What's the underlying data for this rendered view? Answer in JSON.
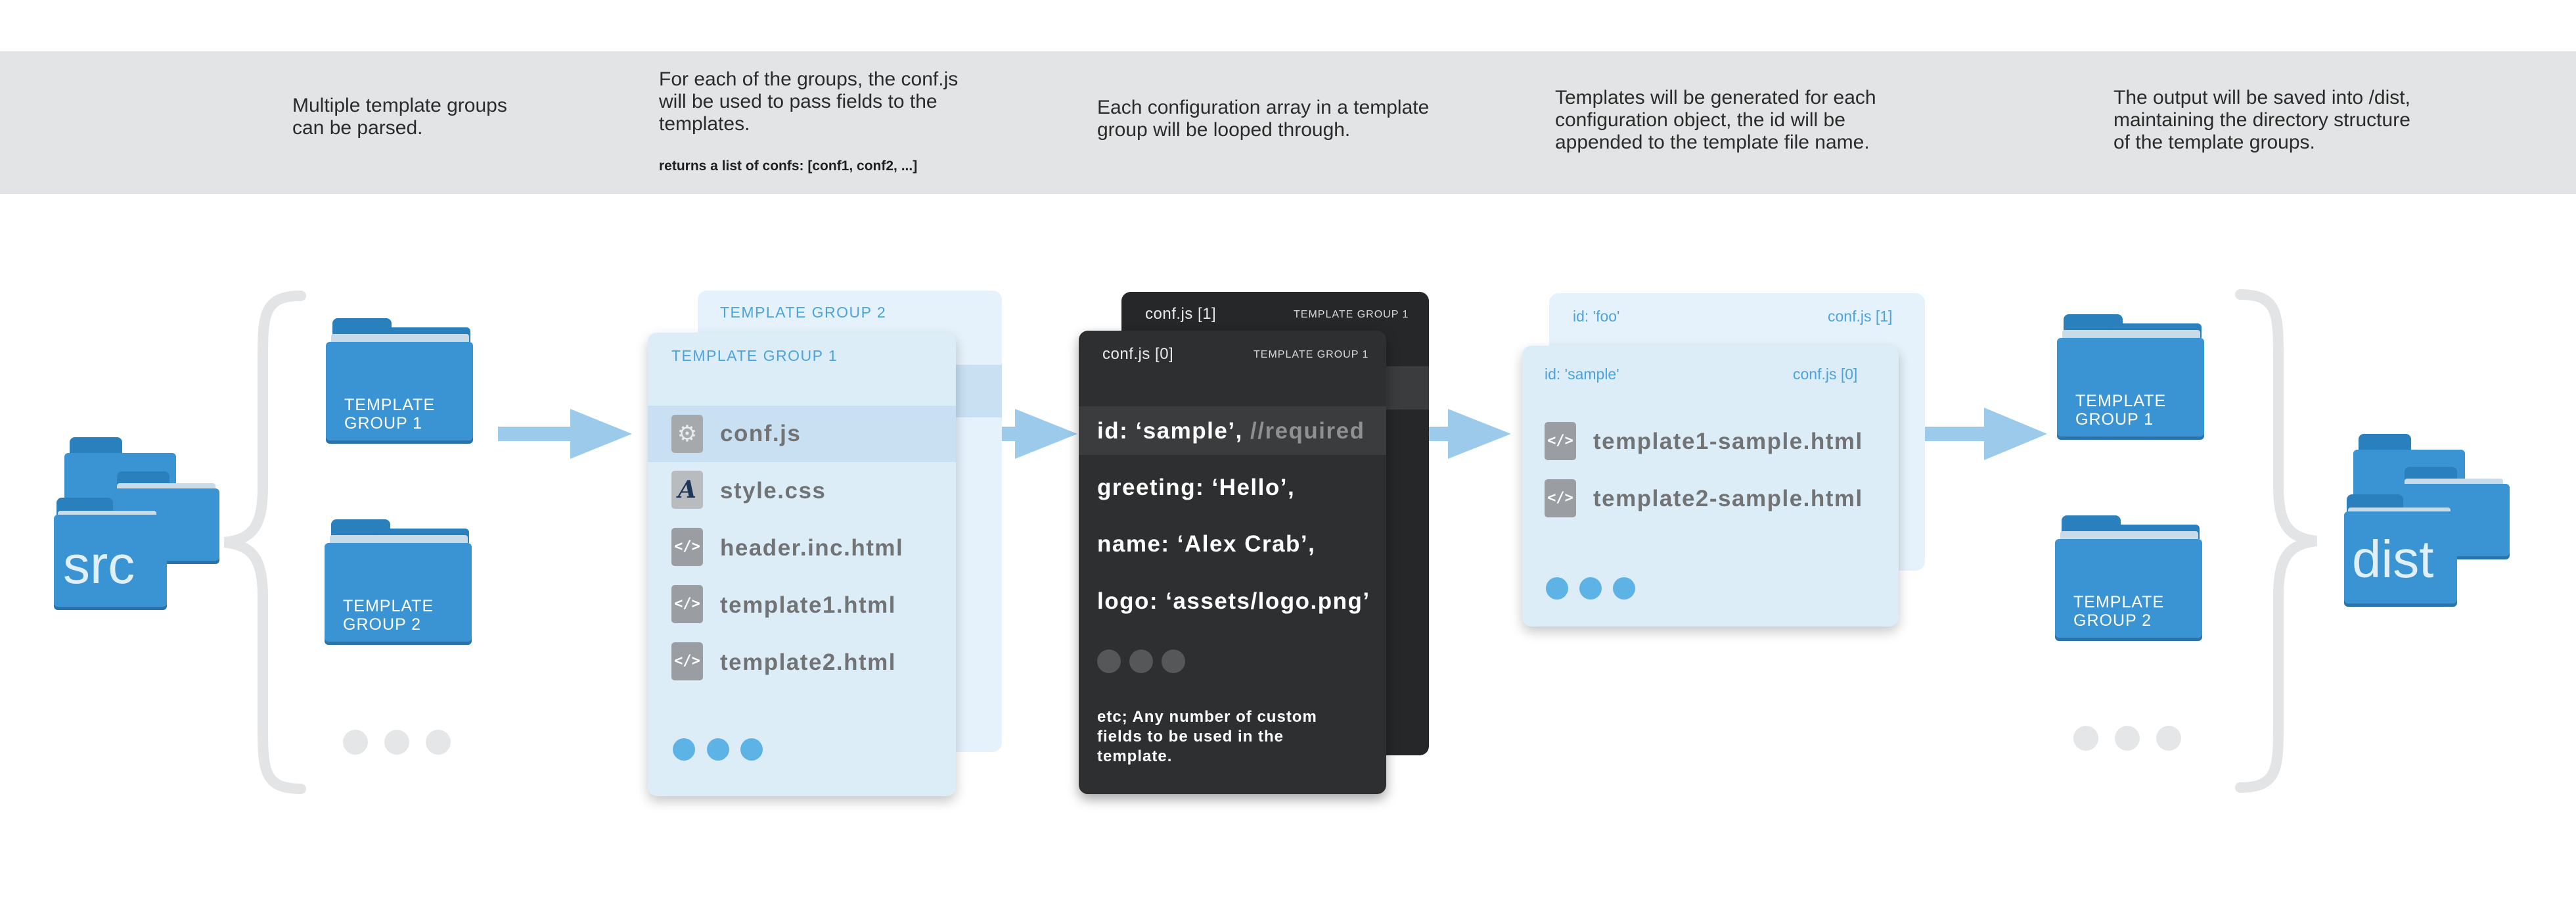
{
  "captions": {
    "step1": [
      "Multiple template groups",
      "can be parsed."
    ],
    "step2": [
      "For each of the groups, the conf.js",
      "will be used to pass fields to the",
      "templates."
    ],
    "step2_returns": "returns a list of confs: [conf1, conf2, ...]",
    "step3": [
      "Each configuration array in a template",
      "group will be looped through."
    ],
    "step4": [
      "Templates will be generated for each",
      "configuration object, the id will be",
      "appended to the template file name."
    ],
    "step5": [
      "The output will be saved into /dist,",
      "maintaining the directory structure",
      "of the template groups."
    ]
  },
  "src_label": "src",
  "dist_label": "dist",
  "groups_in": [
    {
      "line1": "TEMPLATE",
      "line2": "GROUP 1"
    },
    {
      "line1": "TEMPLATE",
      "line2": "GROUP 2"
    }
  ],
  "groups_out": [
    {
      "line1": "TEMPLATE",
      "line2": "GROUP 1"
    },
    {
      "line1": "TEMPLATE",
      "line2": "GROUP 2"
    }
  ],
  "group_card": {
    "back_title": "TEMPLATE GROUP 2",
    "front_title": "TEMPLATE GROUP 1",
    "files": [
      {
        "icon": "gear-icon",
        "name": "conf.js"
      },
      {
        "icon": "font-file-icon",
        "name": "style.css"
      },
      {
        "icon": "code-file-icon",
        "name": "header.inc.html"
      },
      {
        "icon": "code-file-icon",
        "name": "template1.html"
      },
      {
        "icon": "code-file-icon",
        "name": "template2.html"
      }
    ]
  },
  "conf_card": {
    "back_title": "conf.js [1]",
    "back_sub": "TEMPLATE GROUP 1",
    "front_title": "conf.js [0]",
    "front_sub": "TEMPLATE GROUP 1",
    "rows": [
      {
        "text": "id: ‘sample’,",
        "muted": " //required"
      },
      {
        "text": "greeting: ‘Hello’,",
        "muted": ""
      },
      {
        "text": "name: ‘Alex Crab’,",
        "muted": ""
      },
      {
        "text": "logo: ‘assets/logo.png’",
        "muted": ""
      }
    ],
    "note": [
      "etc; Any number of custom",
      "fields to be used in the",
      "template."
    ]
  },
  "output_card": {
    "back_id": "id: 'foo'",
    "back_conf": "conf.js [1]",
    "front_id": "id: 'sample'",
    "front_conf": "conf.js [0]",
    "files": [
      "template1-sample.html",
      "template2-sample.html"
    ]
  },
  "colors": {
    "folder_blue": "#3a94d3",
    "arrow_blue": "#9ccaea",
    "card_light": "#ddedf8",
    "card_dark": "#2e2f30",
    "accent_text": "#4aa3dd",
    "band_gray": "#e3e4e5"
  }
}
